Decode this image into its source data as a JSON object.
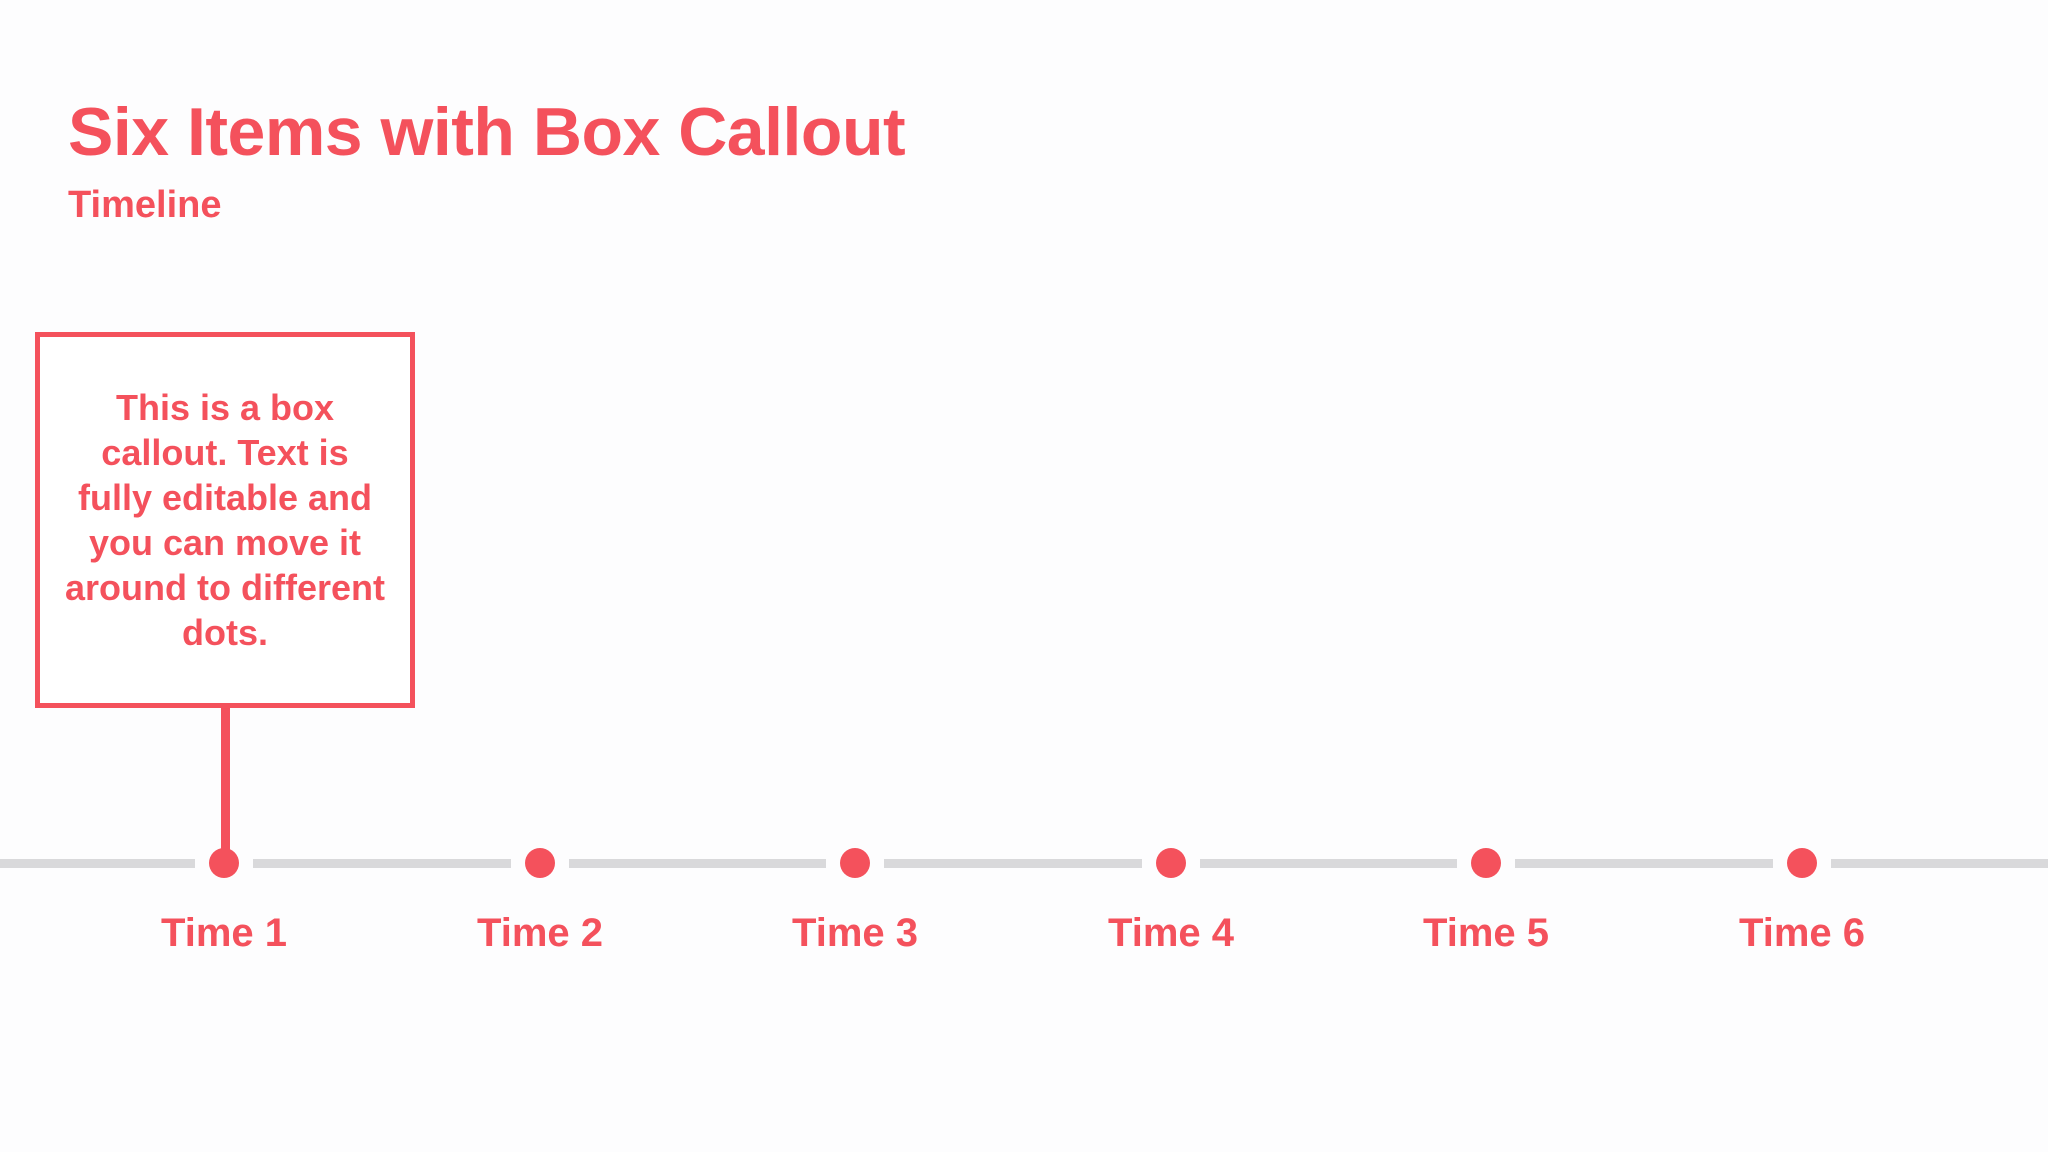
{
  "header": {
    "title": "Six Items with Box Callout",
    "subtitle": "Timeline"
  },
  "callout": {
    "text": "This is a box callout. Text is fully editable and you can move it around to different dots.",
    "attached_to": "Time 1"
  },
  "timeline": {
    "items": [
      {
        "label": "Time 1"
      },
      {
        "label": "Time 2"
      },
      {
        "label": "Time 3"
      },
      {
        "label": "Time 4"
      },
      {
        "label": "Time 5"
      },
      {
        "label": "Time 6"
      }
    ]
  },
  "colors": {
    "accent": "#F4515C",
    "timeline_line": "#D9D9DB",
    "background": "#FDFDFE",
    "callout_fill": "#FFFFFF"
  }
}
